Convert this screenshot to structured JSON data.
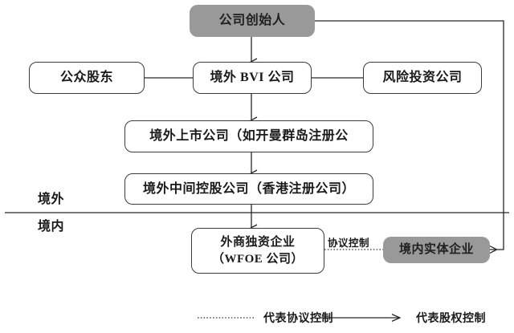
{
  "diagram": {
    "title_nodes": {
      "founder": "公司创始人",
      "public_shareholders": "公众股东",
      "bvi": "境外 BVI 公司",
      "venture_capital": "风险投资公司",
      "listed_company": "境外上市公司（如开曼群岛注册公",
      "intermediate_holding": "境外中间控股公司（香港注册公司）",
      "wfoe_line1": "外商独资企业",
      "wfoe_line2": "（WFOE 公司）",
      "domestic_entity": "境内实体企业"
    },
    "region_labels": {
      "offshore": "境外",
      "onshore": "境内"
    },
    "edge_labels": {
      "contractual_control": "协议控制"
    },
    "legend": {
      "dotted_label": "代表协议控制",
      "solid_label": "代表股权控制"
    },
    "colors": {
      "filled_node_bg": "#999999",
      "node_border": "#3b3b3b",
      "wire": "#262626",
      "divider": "#4a4a4a",
      "text": "#1a1a1a"
    }
  }
}
